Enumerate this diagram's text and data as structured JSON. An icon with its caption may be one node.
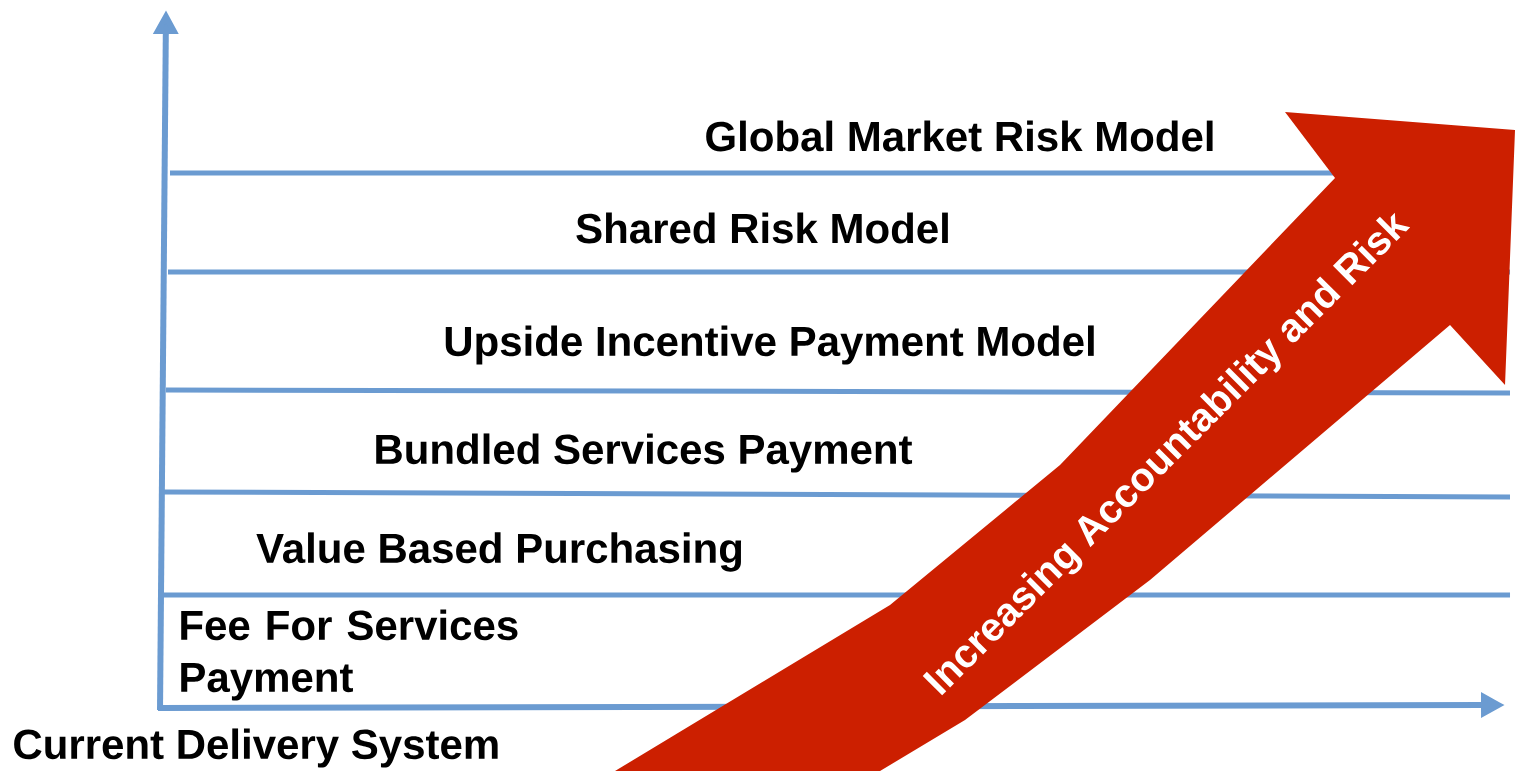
{
  "diagram": {
    "nodes": [
      {
        "text": [
          "Increasing Accountability and Risk"
        ]
      }
    ],
    "edges": [],
    "labels": [
      "Global Market Risk Model",
      "Shared Risk Model",
      "Upside Incentive Payment Model",
      "Bundled Services Payment",
      "Value Based Purchasing",
      "Fee For Services Payment",
      "Current Delivery System"
    ]
  }
}
